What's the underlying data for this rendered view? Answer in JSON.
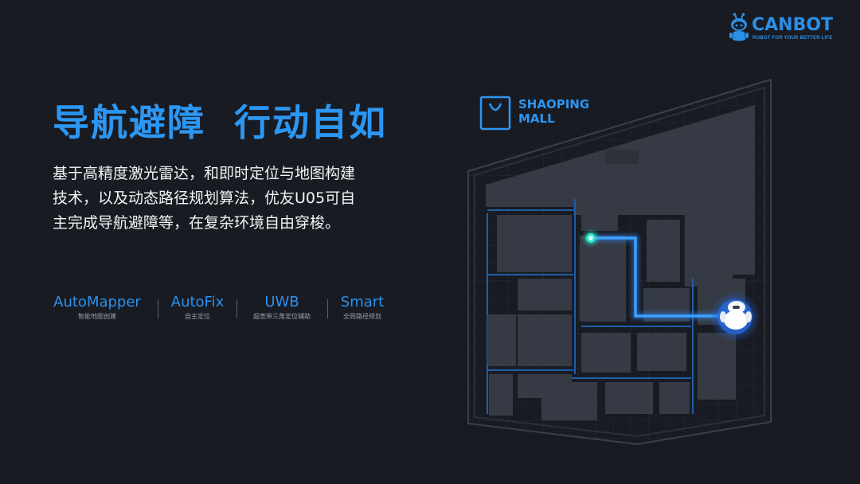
{
  "brand": {
    "name": "CANBOT",
    "slogan": "ROBOT FOR YOUR BETTER LIFE",
    "color": "#2b8fe6"
  },
  "headline": "导航避障  行动自如",
  "description": [
    "基于高精度激光雷达，和即时定位与地图构建",
    "技术，以及动态路径规划算法，优友U05可自",
    "主完成导航避障等，在复杂环境自由穿梭。"
  ],
  "features": [
    {
      "name": "AutoMapper",
      "sub": "智能地图创建"
    },
    {
      "name": "AutoFix",
      "sub": "自主定位"
    },
    {
      "name": "UWB",
      "sub": "超宽带三角定位辅助"
    },
    {
      "name": "Smart",
      "sub": "全局路径规划"
    }
  ],
  "map": {
    "store_lines": [
      "SHAOPING",
      "MALL"
    ],
    "icons": [
      "shopping-bag-icon",
      "start-point-icon",
      "robot-icon"
    ]
  },
  "colors": {
    "background": "#191b22",
    "accent": "#2c97f3",
    "text": "#f2f4f7",
    "path": "#2f8cff",
    "start": "#2ee6c8"
  }
}
